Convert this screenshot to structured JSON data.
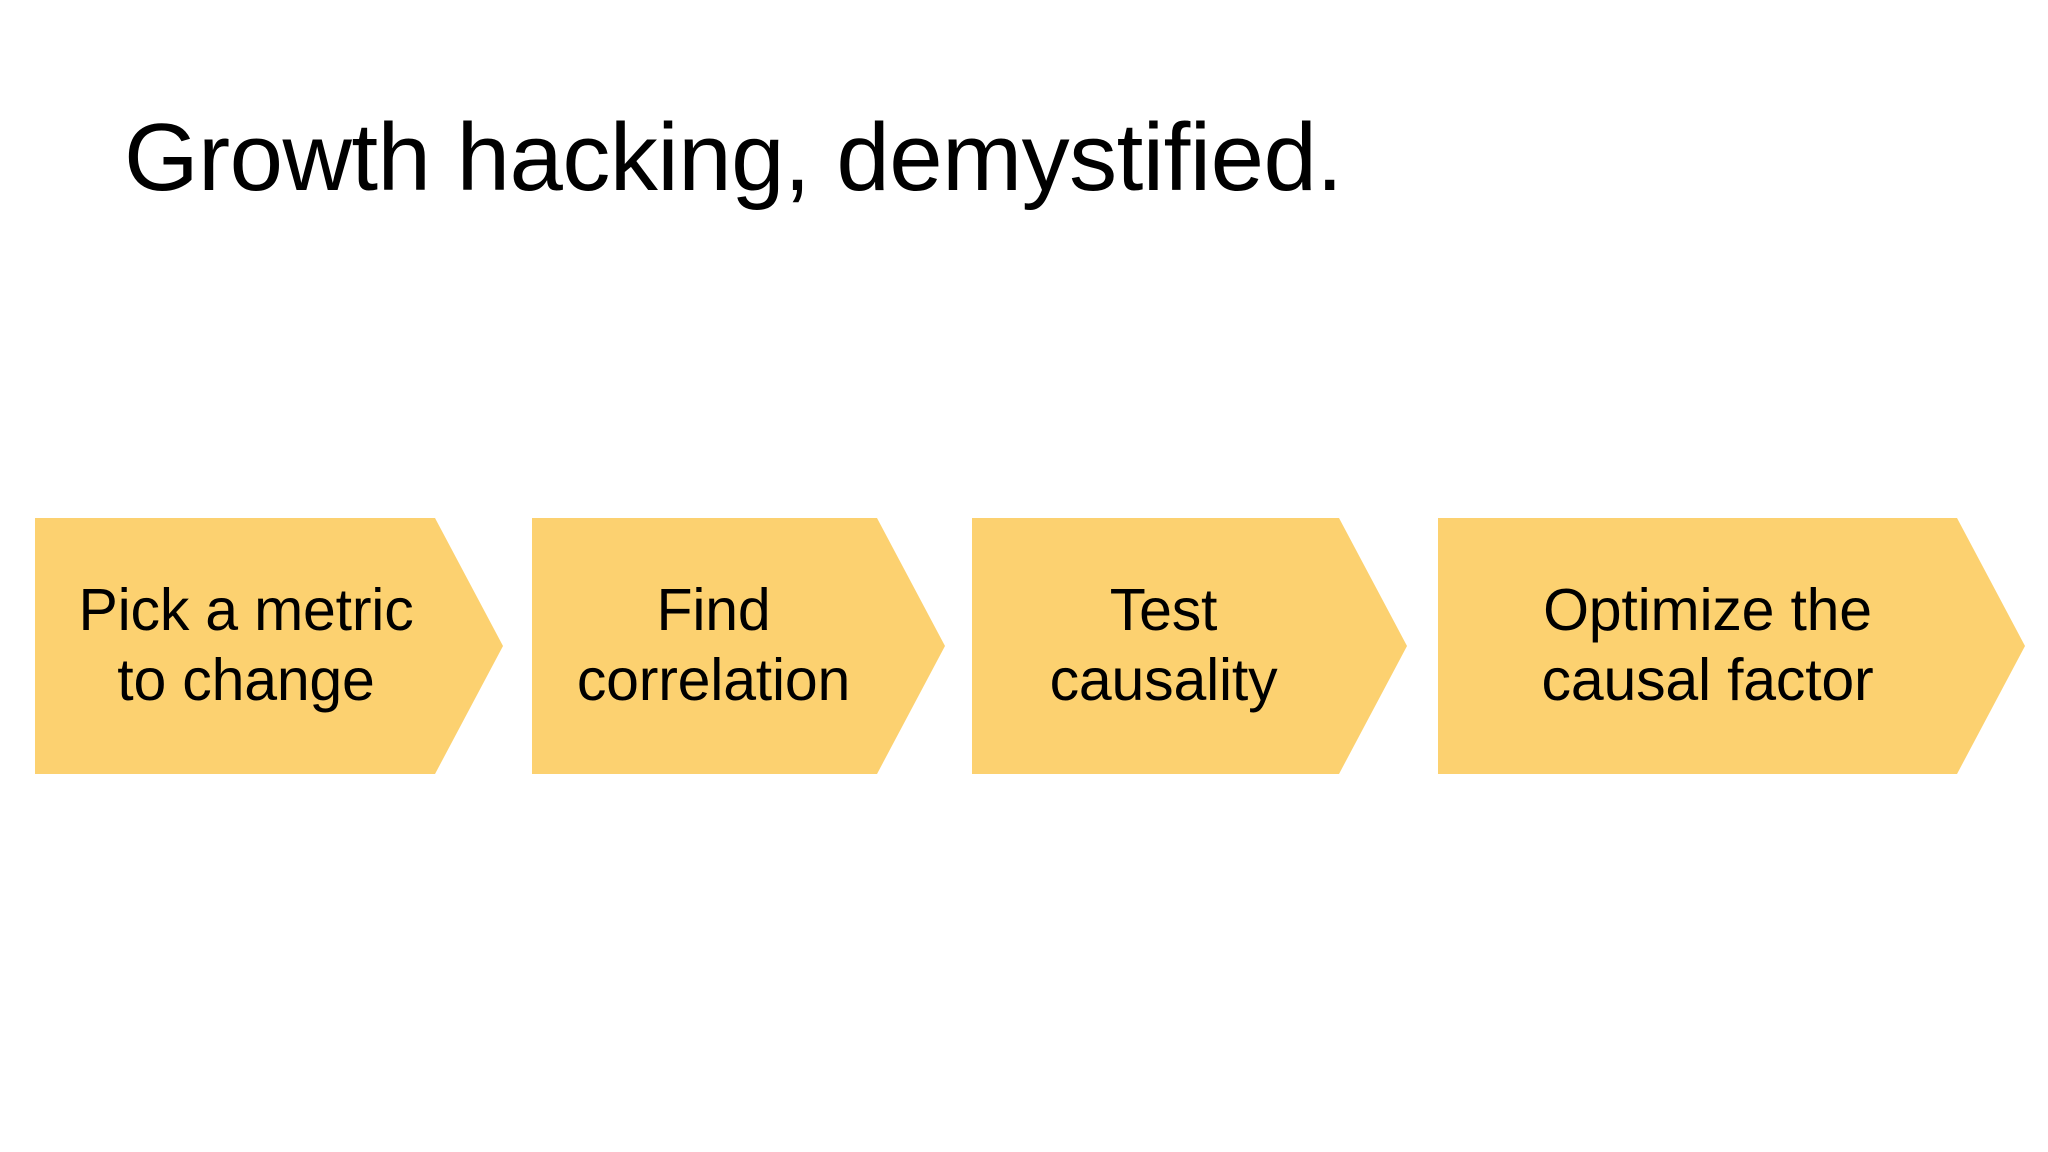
{
  "slide": {
    "title": "Growth hacking, demystified.",
    "background_color": "#ffffff",
    "text_color": "#000000"
  },
  "flow": {
    "accent_color": "#fcd170",
    "steps": [
      {
        "id": "pick-a-metric-to-change",
        "label": "Pick a metric\nto change",
        "order": "1"
      },
      {
        "id": "find-correlation",
        "label": "Find\ncorrelation",
        "order": "2"
      },
      {
        "id": "test-causality",
        "label": "Test\ncausality",
        "order": "3"
      },
      {
        "id": "optimize-the-causal-factor",
        "label": "Optimize the\ncausal factor",
        "order": "4"
      }
    ]
  }
}
